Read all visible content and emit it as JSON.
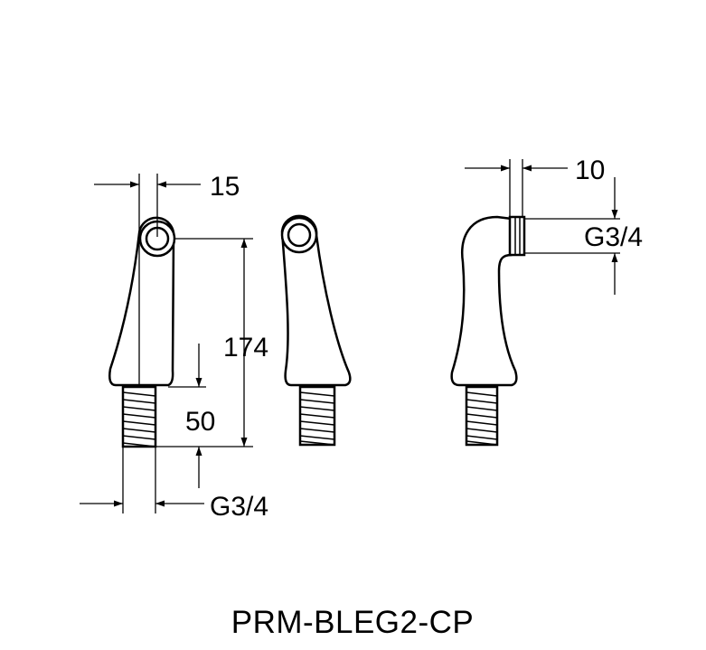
{
  "dimensions": {
    "top_width": "15",
    "height": "174",
    "thread_length": "50",
    "bottom_thread": "G3/4",
    "side_width": "10",
    "side_thread": "G3/4"
  },
  "model_code": "PRM-BLEG2-CP"
}
